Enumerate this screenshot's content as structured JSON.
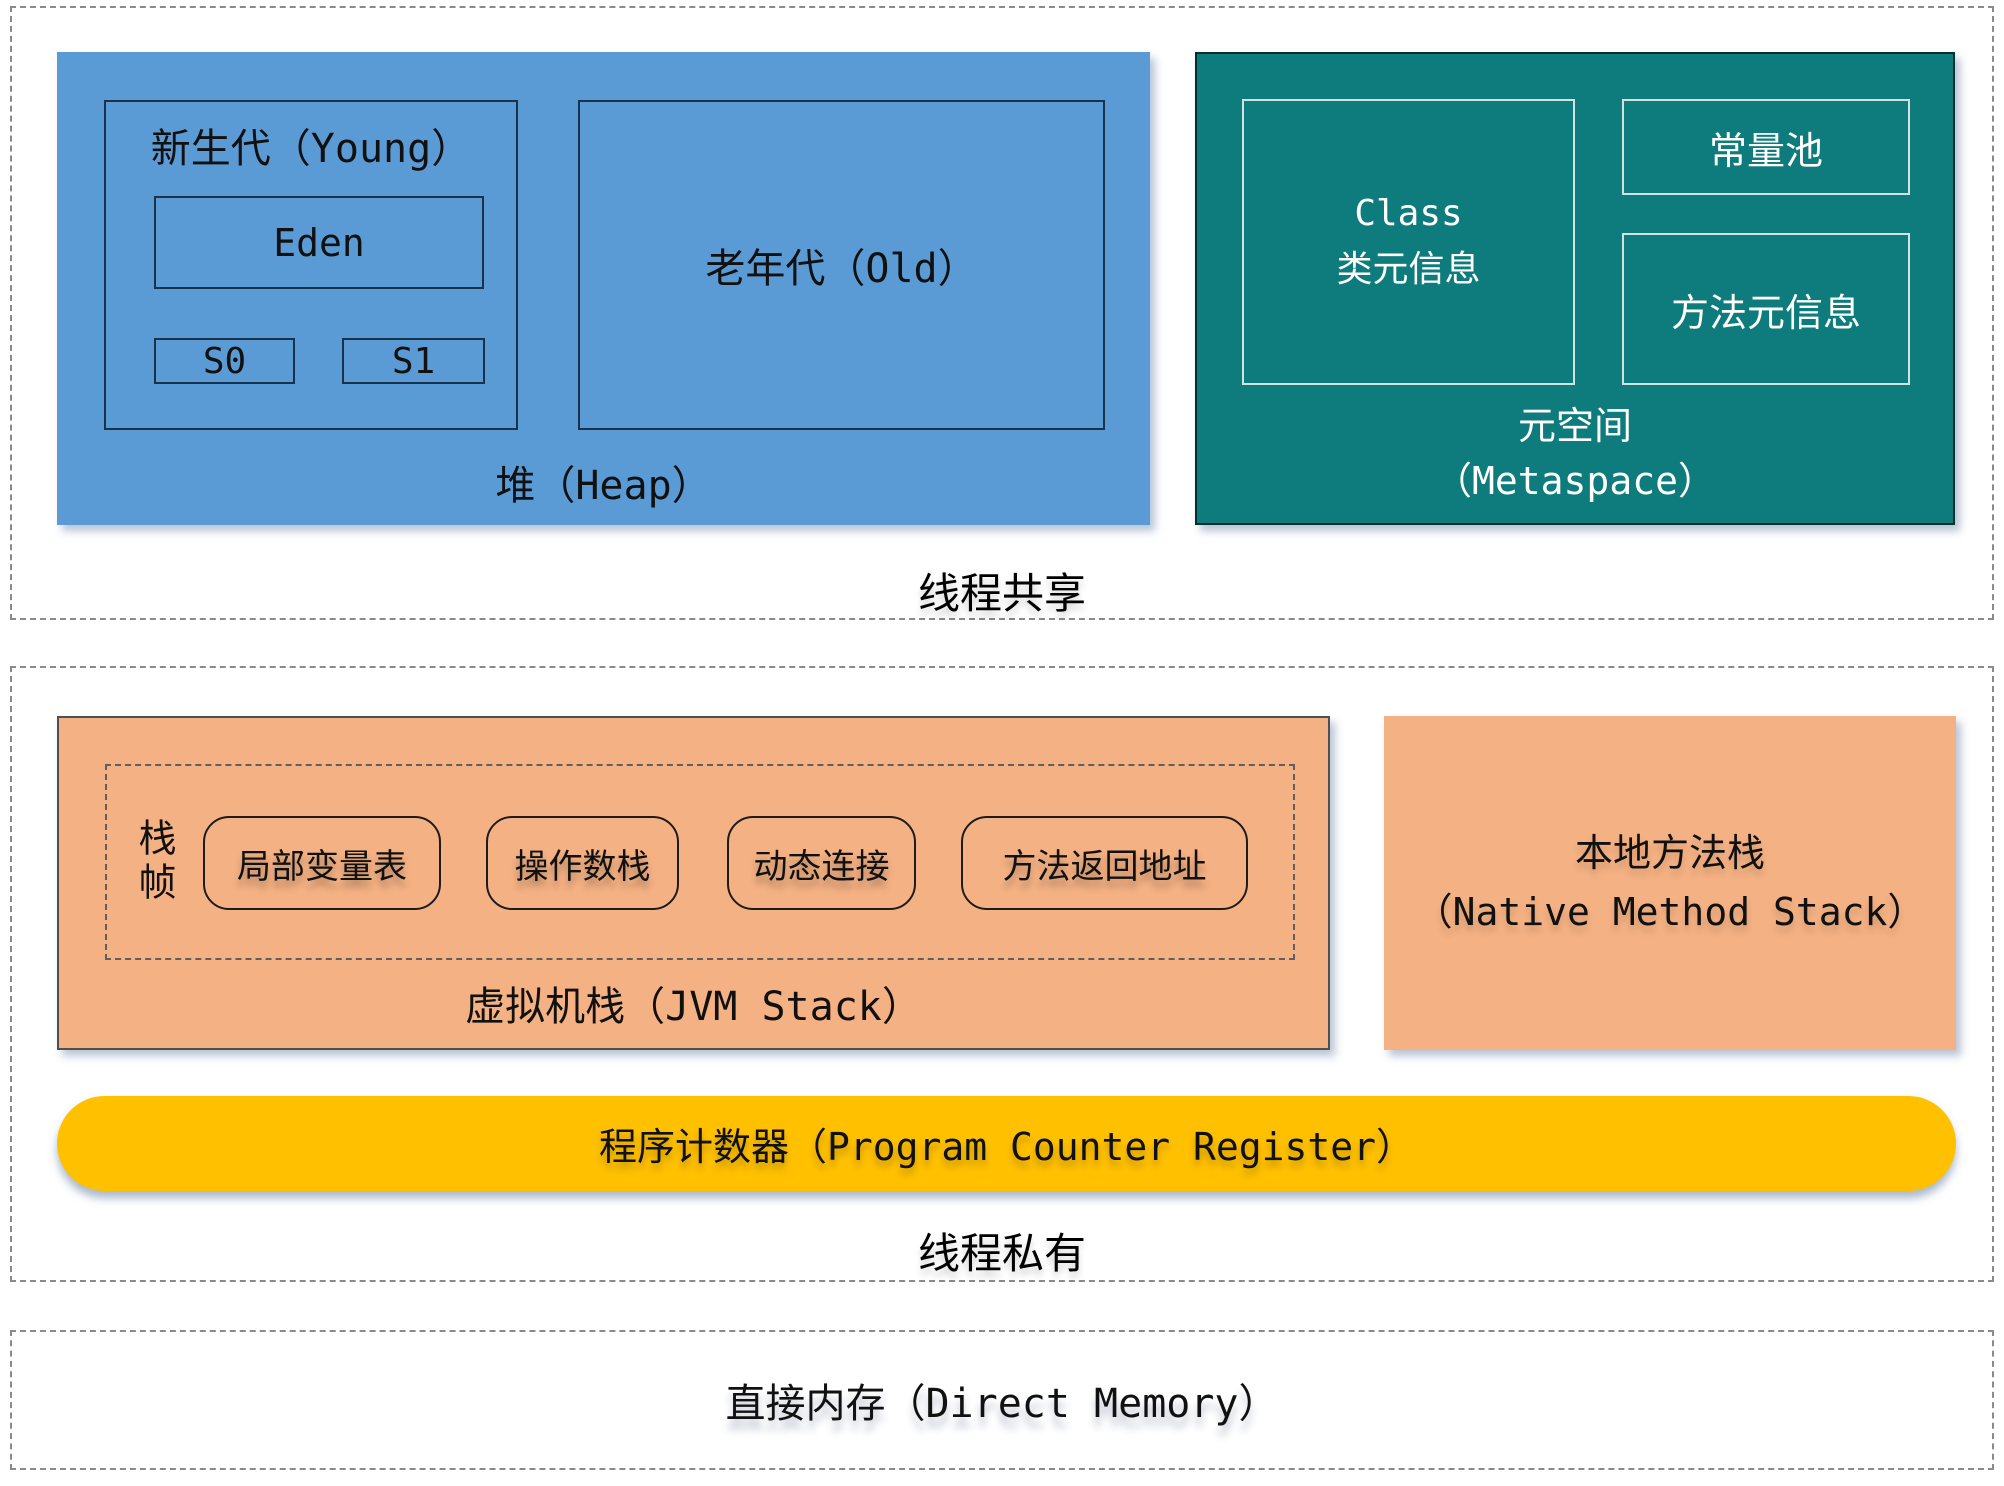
{
  "colors": {
    "heap_blue": "#5B9BD5",
    "metaspace_teal": "#0E7C7C",
    "stack_orange": "#F4B183",
    "counter_gold": "#FFC000"
  },
  "sections": {
    "thread_shared": {
      "label": "线程共享",
      "heap": {
        "label": "堆（Heap）",
        "young": {
          "label": "新生代（Young）",
          "eden": "Eden",
          "s0": "S0",
          "s1": "S1"
        },
        "old": {
          "label": "老年代（Old）"
        }
      },
      "metaspace": {
        "class_info_line1": "Class",
        "class_info_line2": "类元信息",
        "constant_pool": "常量池",
        "method_info": "方法元信息",
        "label_line1": "元空间",
        "label_line2": "（Metaspace）"
      }
    },
    "thread_private": {
      "label": "线程私有",
      "jvm_stack": {
        "label": "虚拟机栈（JVM Stack）",
        "stack_frame": {
          "label": "栈帧",
          "items": [
            "局部变量表",
            "操作数栈",
            "动态连接",
            "方法返回地址"
          ]
        }
      },
      "native_method_stack": {
        "label_line1": "本地方法栈",
        "label_line2": "（Native Method Stack）"
      },
      "program_counter": {
        "label": "程序计数器（Program Counter Register）"
      }
    },
    "direct_memory": {
      "label": "直接内存（Direct Memory）"
    }
  }
}
